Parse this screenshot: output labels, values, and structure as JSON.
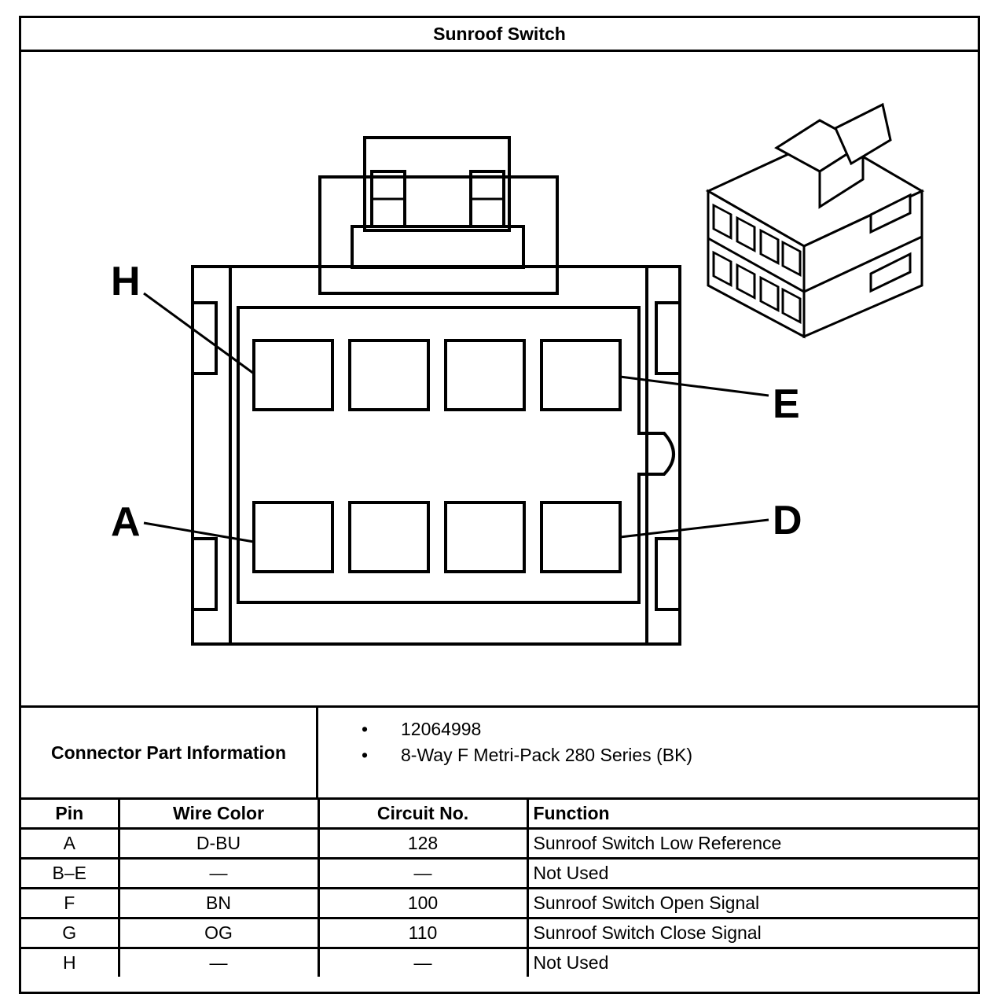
{
  "title": "Sunroof Switch",
  "diagram": {
    "pin_labels": [
      "H",
      "E",
      "A",
      "D"
    ]
  },
  "connector_info": {
    "label": "Connector Part Information",
    "items": [
      "12064998",
      "8-Way F Metri-Pack 280 Series (BK)"
    ],
    "bullet": "•"
  },
  "pin_table": {
    "headers": [
      "Pin",
      "Wire Color",
      "Circuit No.",
      "Function"
    ],
    "rows": [
      [
        "A",
        "D-BU",
        "128",
        "Sunroof Switch Low Reference"
      ],
      [
        "B–E",
        "—",
        "—",
        "Not Used"
      ],
      [
        "F",
        "BN",
        "100",
        "Sunroof Switch Open Signal"
      ],
      [
        "G",
        "OG",
        "110",
        "Sunroof Switch Close Signal"
      ],
      [
        "H",
        "—",
        "—",
        "Not Used"
      ]
    ]
  }
}
